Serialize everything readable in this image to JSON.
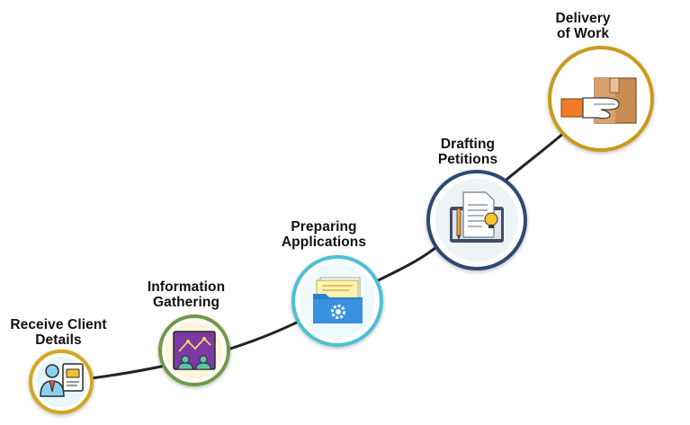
{
  "steps": [
    {
      "id": "receive-client-details",
      "lines": [
        "Receive Client",
        "Details"
      ],
      "ring_color": "#d4a520",
      "fill": "#e8f6fb",
      "icon": "client-id-card-icon"
    },
    {
      "id": "information-gathering",
      "lines": [
        "Information",
        "Gathering"
      ],
      "ring_color": "#6e9a45",
      "fill": "#fdf6dc",
      "icon": "data-analysis-board-icon"
    },
    {
      "id": "preparing-applications",
      "lines": [
        "Preparing",
        "Applications"
      ],
      "ring_color": "#4cc0d6",
      "fill": "#eef9fb",
      "icon": "folder-gear-icon"
    },
    {
      "id": "drafting-petitions",
      "lines": [
        "Drafting",
        "Petitions"
      ],
      "ring_color": "#2e4a72",
      "fill": "#eef3f6",
      "icon": "document-drafting-icon"
    },
    {
      "id": "delivery-of-work",
      "lines": [
        "Delivery",
        "of Work"
      ],
      "ring_color": "#c99a1a",
      "fill": "#ffffff",
      "icon": "hand-delivering-box-icon"
    }
  ],
  "colors": {
    "path_line": "#222222",
    "ring_outer": "#ffffff"
  }
}
